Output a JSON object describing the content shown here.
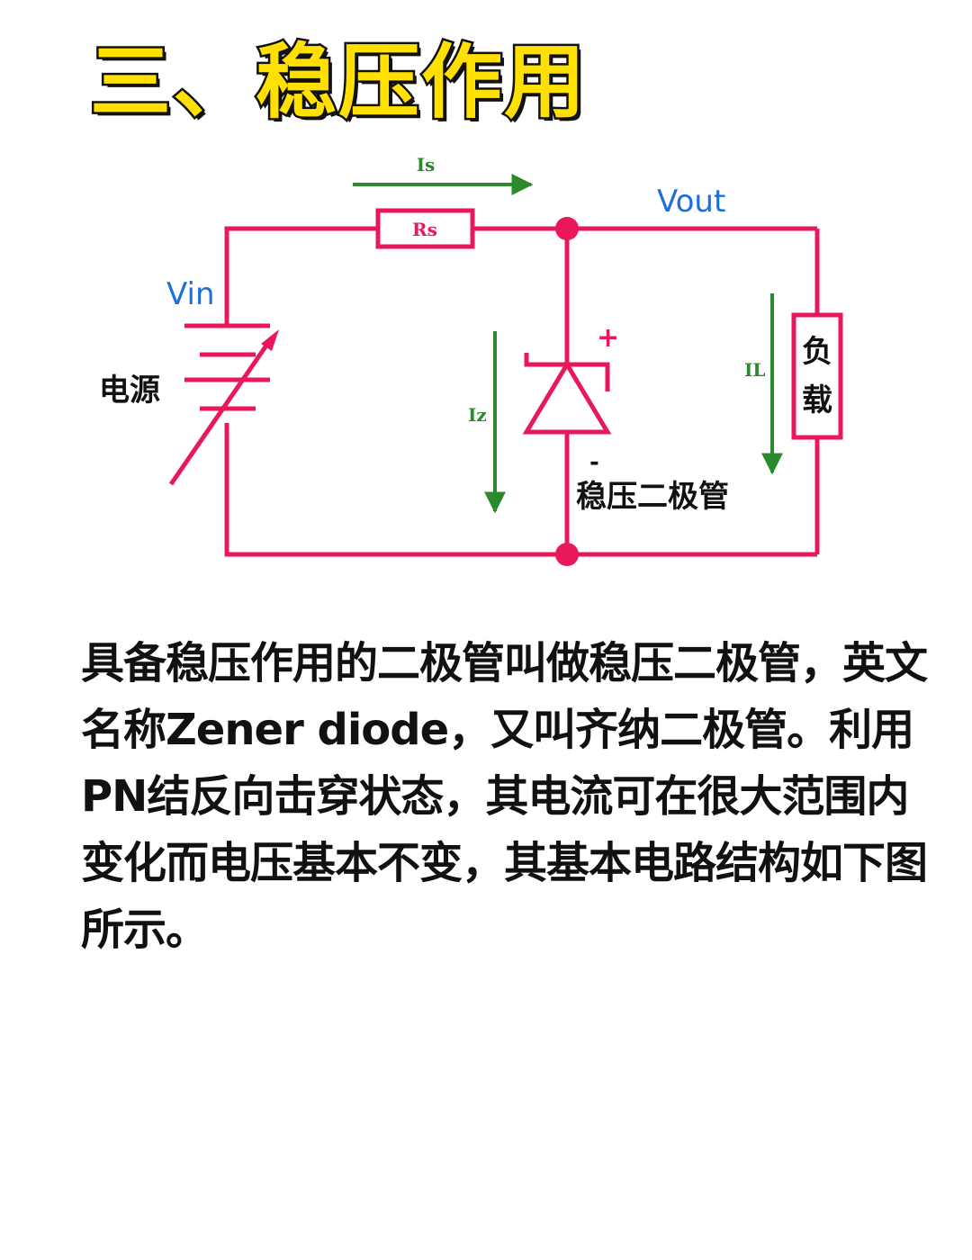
{
  "title": "三、稳压作用",
  "diagram": {
    "labels": {
      "is": "Is",
      "rs": "Rs",
      "vout": "Vout",
      "vin": "Vin",
      "source": "电源",
      "iz": "Iz",
      "plus": "+",
      "minus": "-",
      "zener": "稳压二极管",
      "il": "IL",
      "load_line1": "负",
      "load_line2": "载"
    },
    "colors": {
      "wire": "#e8185a",
      "arrow": "#2b8a2b",
      "label": "#1e6fd9"
    }
  },
  "body": {
    "paragraph": "具备稳压作用的二极管叫做稳压二极管，英文名称Zener diode，又叫齐纳二极管。利用PN结反向击穿状态，其电流可在很大范围内变化而电压基本不变，其基本电路结构如下图所示。"
  }
}
